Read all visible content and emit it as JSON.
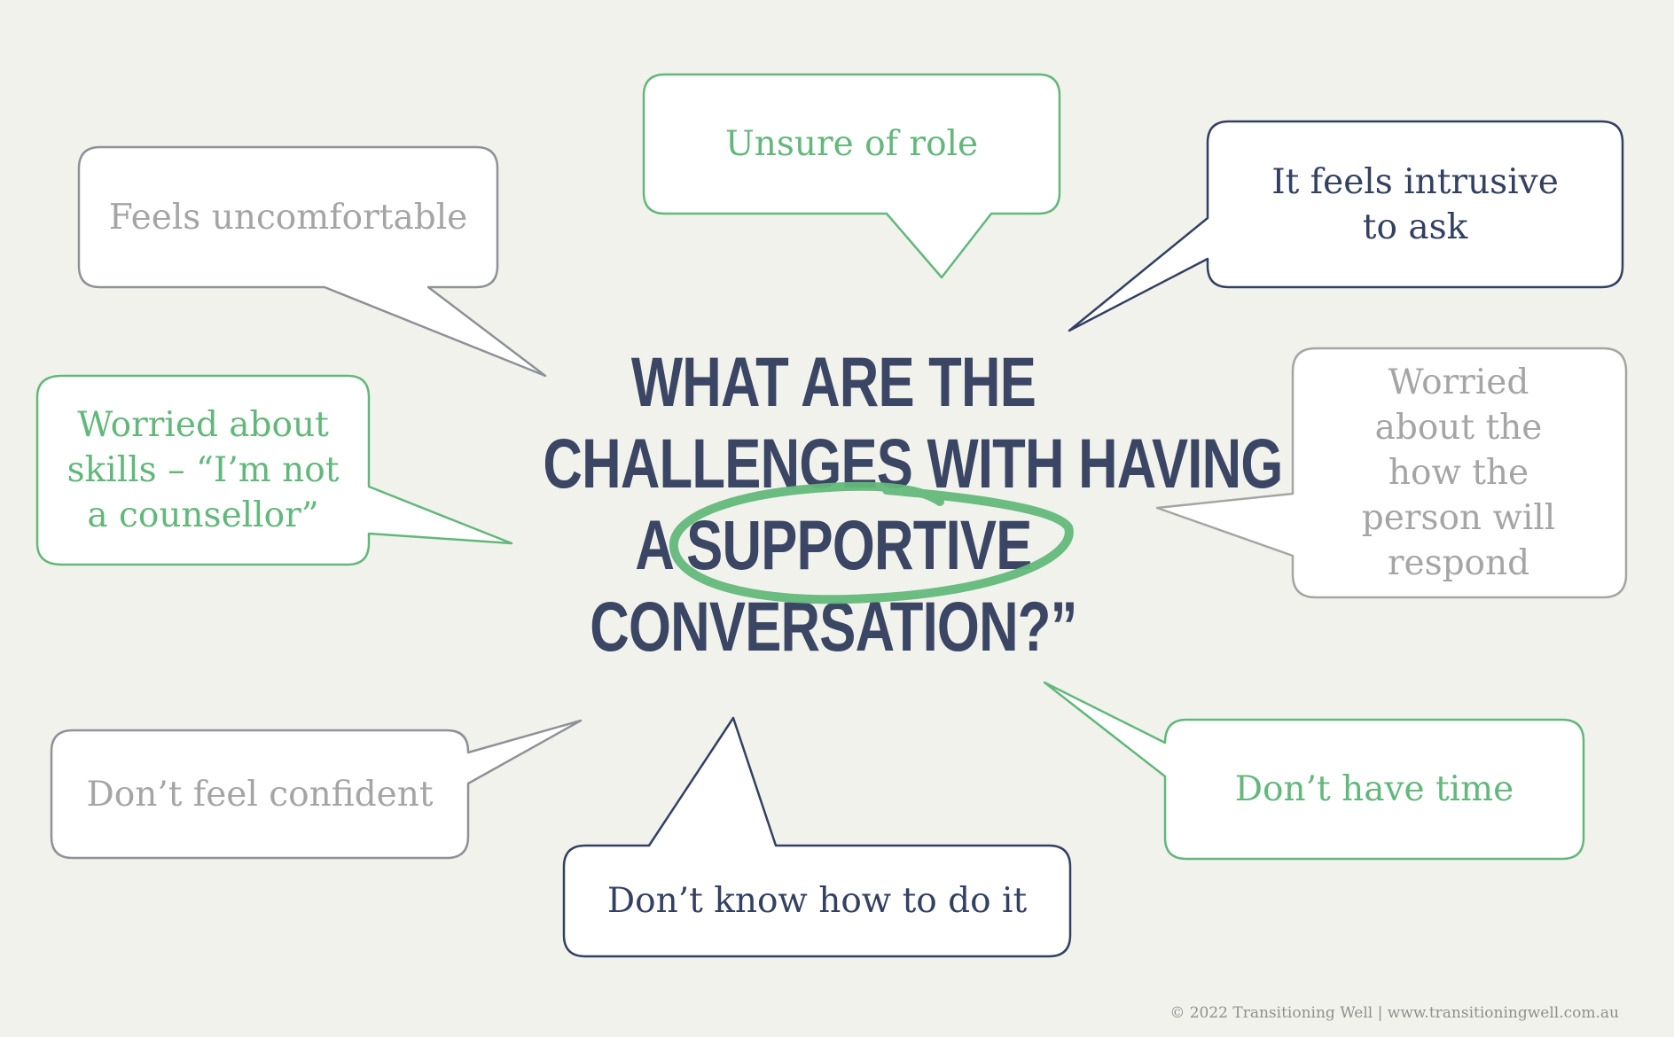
{
  "heading": {
    "line1": "WHAT ARE THE",
    "line2": "CHALLENGES WITH HAVING",
    "line3": "A SUPPORTIVE",
    "line4": "CONVERSATION?”"
  },
  "bubbles": {
    "feels_uncomfortable": "Feels uncomfortable",
    "unsure_of_role": "Unsure of role",
    "intrusive": "It feels intrusive to ask",
    "worried_skills": "Worried about skills – “I’m not a counsellor”",
    "worried_response": "Worried about the how the person will respond",
    "dont_feel_confident": "Don’t feel confident",
    "dont_know_how": "Don’t know how to do it",
    "dont_have_time": "Don’t have time"
  },
  "footer": "© 2022 Transitioning Well  |  www.transitioningwell.com.au",
  "colors": {
    "background": "#f2f2ed",
    "grey": "#a5a5a5",
    "green": "#62b87b",
    "navy": "#334062",
    "heading": "#3a4663"
  }
}
